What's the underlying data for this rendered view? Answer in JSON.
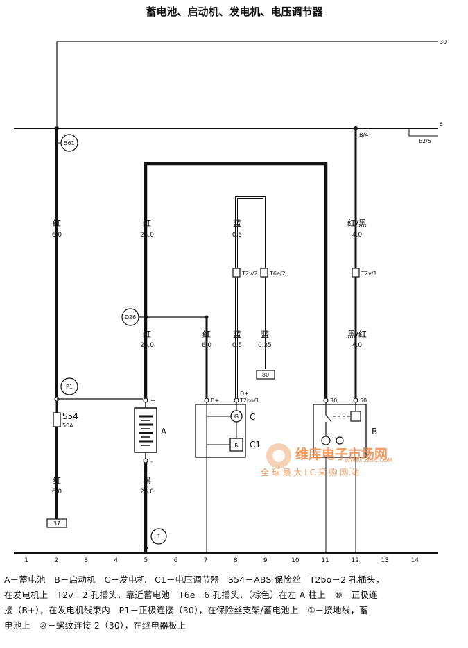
{
  "title": "蓄电池、启动机、发电机、电压调节器",
  "rails": {
    "top": "30",
    "second": "a"
  },
  "wires": {
    "w2": {
      "color": "红",
      "gauge": "6.0"
    },
    "w5a": {
      "color": "红",
      "gauge": "25.0"
    },
    "w5b": {
      "color": "红",
      "gauge": "25.0"
    },
    "w7": {
      "color": "红",
      "gauge": "6.0"
    },
    "w8a": {
      "color": "蓝",
      "gauge": "0.5"
    },
    "w8b": {
      "color": "蓝",
      "gauge": "0.5"
    },
    "w9": {
      "color": "蓝",
      "gauge": "0.35"
    },
    "w12a": {
      "color": "红/黑",
      "gauge": "4.0"
    },
    "w12b": {
      "color": "黑/红",
      "gauge": "4.0"
    },
    "w2b": {
      "color": "红",
      "gauge": "6.0"
    },
    "w5c": {
      "color": "黑",
      "gauge": "25.0"
    }
  },
  "markers": {
    "s61": "561",
    "d26": "D26",
    "p1": "P1",
    "ground1": "1",
    "b4": "B/4",
    "e2": "E2/5",
    "box80": "80",
    "box37": "37"
  },
  "connectors": {
    "t2v2": "T2v/2",
    "t6e2": "T6e/2",
    "t2v1": "T2v/1",
    "t2bo1": "T2bo/1",
    "dplus": "D+",
    "bplus": "B+"
  },
  "fuse": {
    "name": "S54",
    "rating": "50A"
  },
  "terminals": {
    "plus": "+",
    "minus": "-",
    "t30": "30",
    "t50": "50"
  },
  "components": {
    "a": "A",
    "b": "B",
    "c": "C",
    "c1": "C1"
  },
  "columns": [
    "1",
    "2",
    "3",
    "4",
    "5",
    "6",
    "7",
    "8",
    "9",
    "10",
    "11",
    "12",
    "13",
    "14"
  ],
  "watermark": {
    "brand": "维库电子市场网",
    "url": "WWW.DZSC.COM",
    "slogan": "全 球 最 大 I C 采 购 网 站"
  },
  "legend": [
    "A－蓄电池　B－启动机　C－发电机　C1－电压调节器　S54－ABS 保险丝　T2bo－2 孔插头，",
    "在发电机上　T2v－2 孔插头，靠近蓄电池　T6e－6 孔插头，（棕色）在左 A 柱上　⑩－正极连",
    "接（B+），在发电机线束内　P1－正极连接（30），在保险丝支架/蓄电池上　①－接地线，蓄",
    "电池上　⑩－螺纹连接 2（30），在继电器板上"
  ]
}
